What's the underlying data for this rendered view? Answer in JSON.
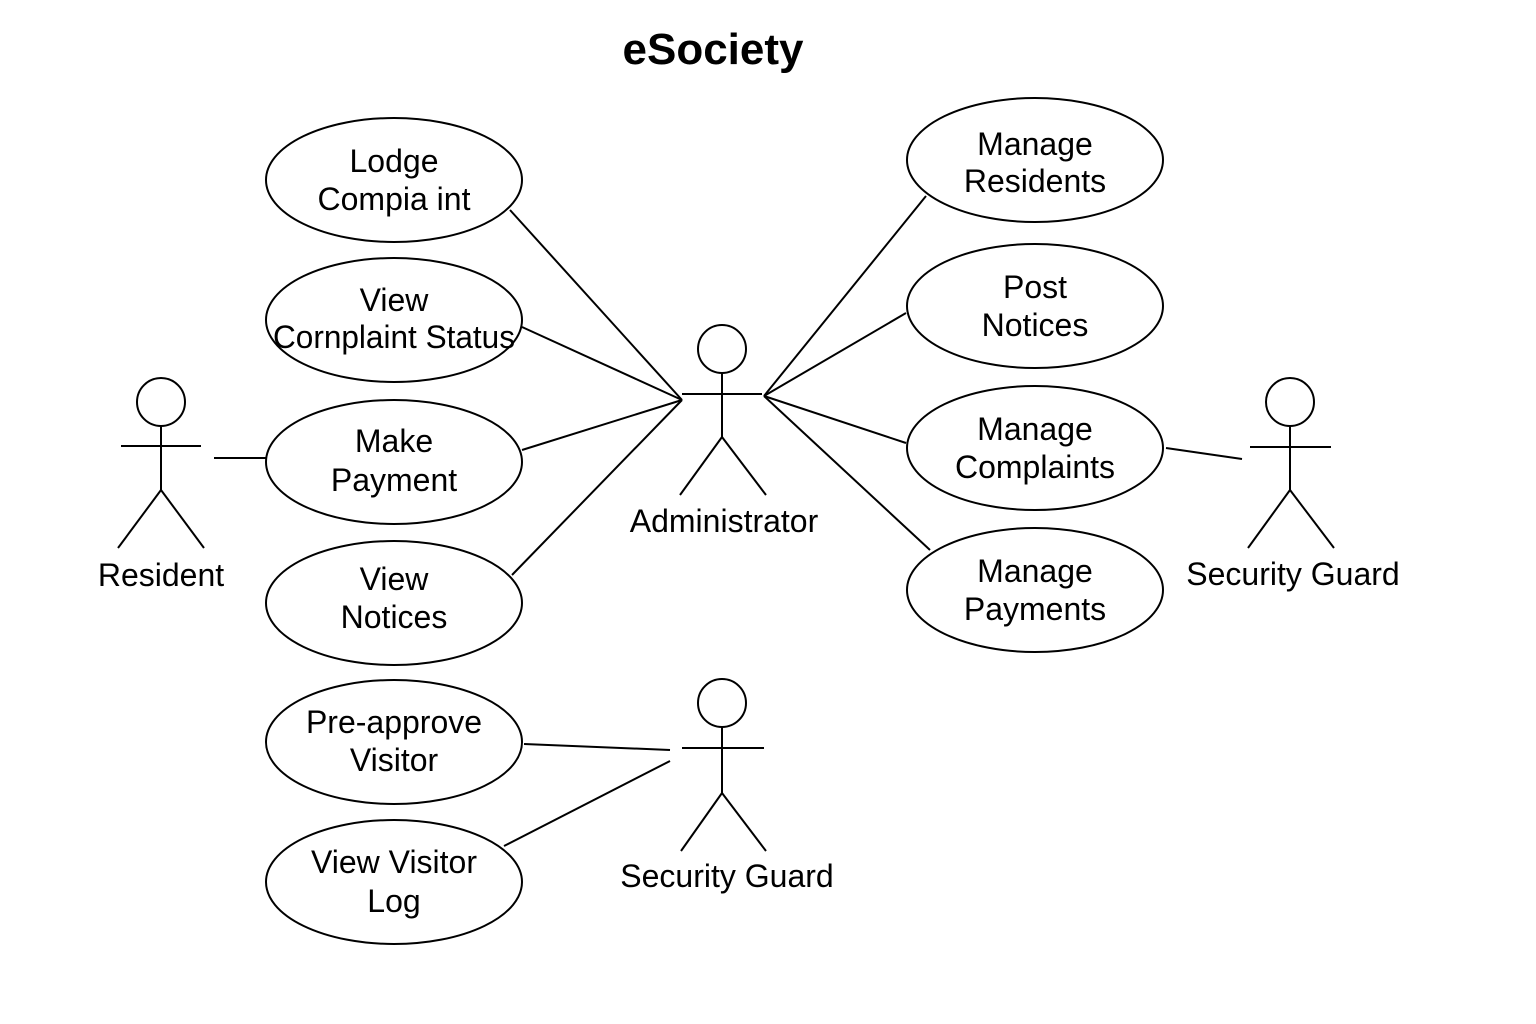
{
  "title": "eSociety",
  "colors": {
    "stroke": "#000000",
    "background": "#ffffff",
    "text": "#000000"
  },
  "actors": {
    "resident": "Resident",
    "administrator": "Administrator",
    "security_guard_right": "Security Guard",
    "security_guard_bottom": "Security Guard"
  },
  "use_cases": {
    "lodge_complaint": [
      "Lodge",
      "Compia int"
    ],
    "view_complaint_status": [
      "View",
      "Cornplaint Status"
    ],
    "make_payment": [
      "Make",
      "Payment"
    ],
    "view_notices": [
      "View",
      "Notices"
    ],
    "pre_approve_visitor": [
      "Pre-approve",
      "Visitor"
    ],
    "view_visitor_log": [
      "View Visitor",
      "Log"
    ],
    "manage_residents": [
      "Manage",
      "Residents"
    ],
    "post_notices": [
      "Post",
      "Notices"
    ],
    "manage_complaints": [
      "Manage",
      "Complaints"
    ],
    "manage_payments": [
      "Manage",
      "Payments"
    ]
  }
}
